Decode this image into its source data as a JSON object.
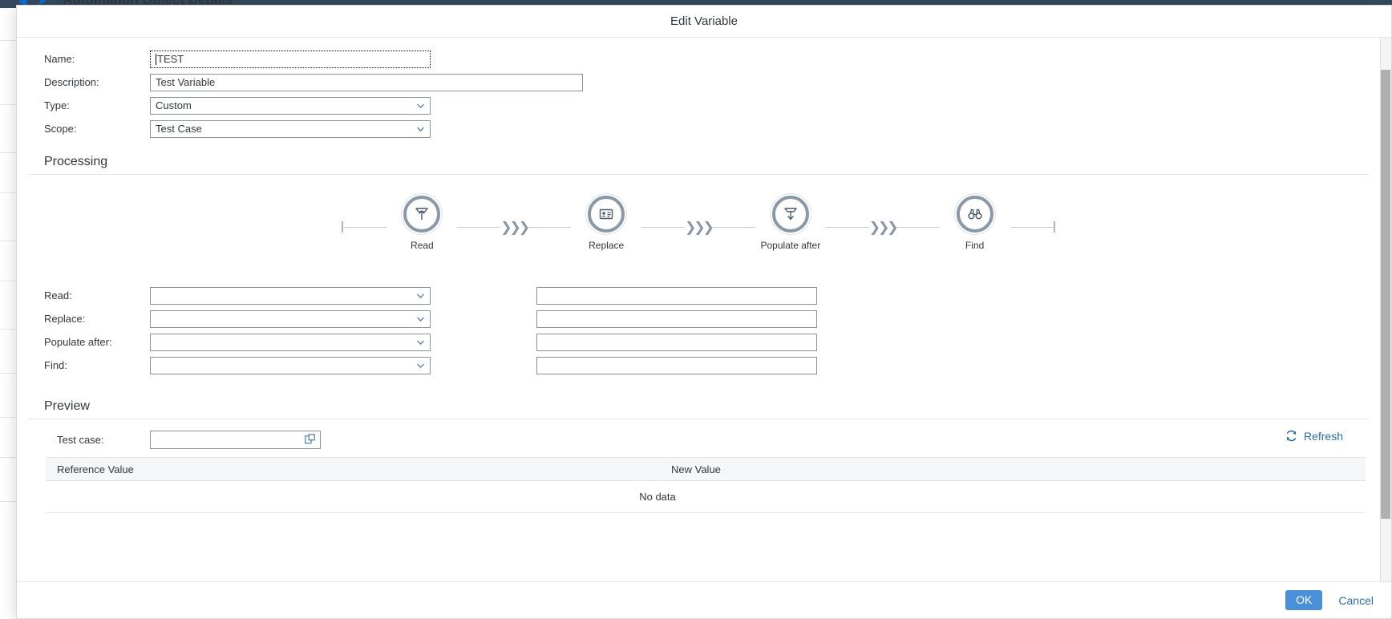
{
  "background": {
    "page_title": "Automation Object Details",
    "back_icon": "back-arrow-icon",
    "nav_icon": "navigation-icon"
  },
  "dialog": {
    "title": "Edit Variable",
    "fields": {
      "name": {
        "label": "Name:",
        "value": "TEST",
        "focused": true
      },
      "description": {
        "label": "Description:",
        "value": "Test Variable"
      },
      "type": {
        "label": "Type:",
        "value": "Custom"
      },
      "scope": {
        "label": "Scope:",
        "value": "Test Case"
      }
    },
    "processing": {
      "heading": "Processing",
      "flow": [
        {
          "label": "Read",
          "icon": "upload-to-template-icon"
        },
        {
          "label": "Replace",
          "icon": "contact-card-icon"
        },
        {
          "label": "Populate after",
          "icon": "download-from-template-icon"
        },
        {
          "label": "Find",
          "icon": "binoculars-icon"
        }
      ],
      "rows": [
        {
          "label": "Read:",
          "select_value": "",
          "text_value": ""
        },
        {
          "label": "Replace:",
          "select_value": "",
          "text_value": ""
        },
        {
          "label": "Populate after:",
          "select_value": "",
          "text_value": ""
        },
        {
          "label": "Find:",
          "select_value": "",
          "text_value": ""
        }
      ]
    },
    "preview": {
      "heading": "Preview",
      "test_case": {
        "label": "Test case:",
        "value": "",
        "value_help_icon": "value-help-icon"
      },
      "refresh": {
        "label": "Refresh",
        "icon": "refresh-icon"
      },
      "table": {
        "columns": [
          "Reference Value",
          "New Value"
        ],
        "rows": [],
        "empty_text": "No data"
      }
    },
    "footer": {
      "ok_label": "OK",
      "cancel_label": "Cancel"
    }
  },
  "colors": {
    "accent_blue": "#0a6ed1",
    "button_blue": "#4a90d9",
    "link_blue": "#2a6ca8",
    "shell_dark": "#354a5f",
    "flow_node": "#8a99a8",
    "text": "#32363a",
    "border": "#89919a"
  }
}
